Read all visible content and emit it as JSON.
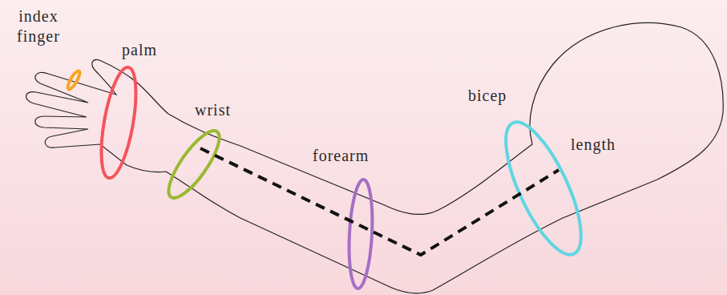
{
  "diagram": {
    "labels": [
      "index finger",
      "palm",
      "wrist",
      "bicep",
      "length",
      "forearm"
    ]
  }
}
